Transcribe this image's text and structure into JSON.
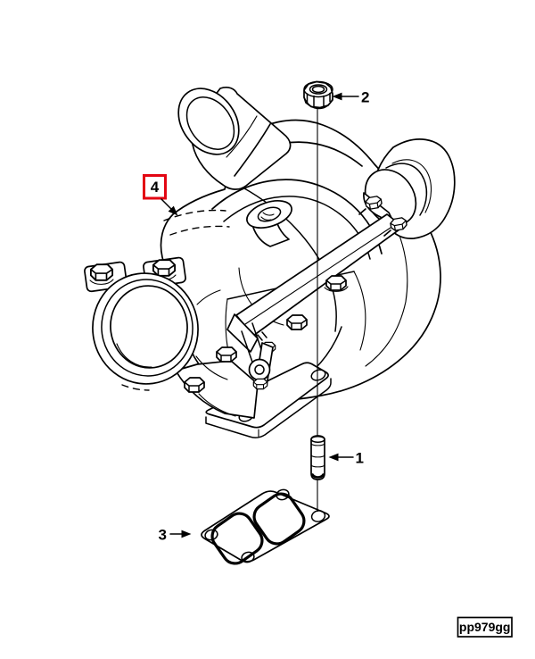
{
  "figure": {
    "code_label": "pp979gg",
    "callouts": {
      "c1": {
        "label": "1"
      },
      "c2": {
        "label": "2"
      },
      "c3": {
        "label": "3"
      },
      "c4": {
        "label": "4",
        "highlighted": true
      }
    },
    "colors": {
      "line": "#000000",
      "background": "#ffffff",
      "highlight_box": "#e30613"
    }
  }
}
